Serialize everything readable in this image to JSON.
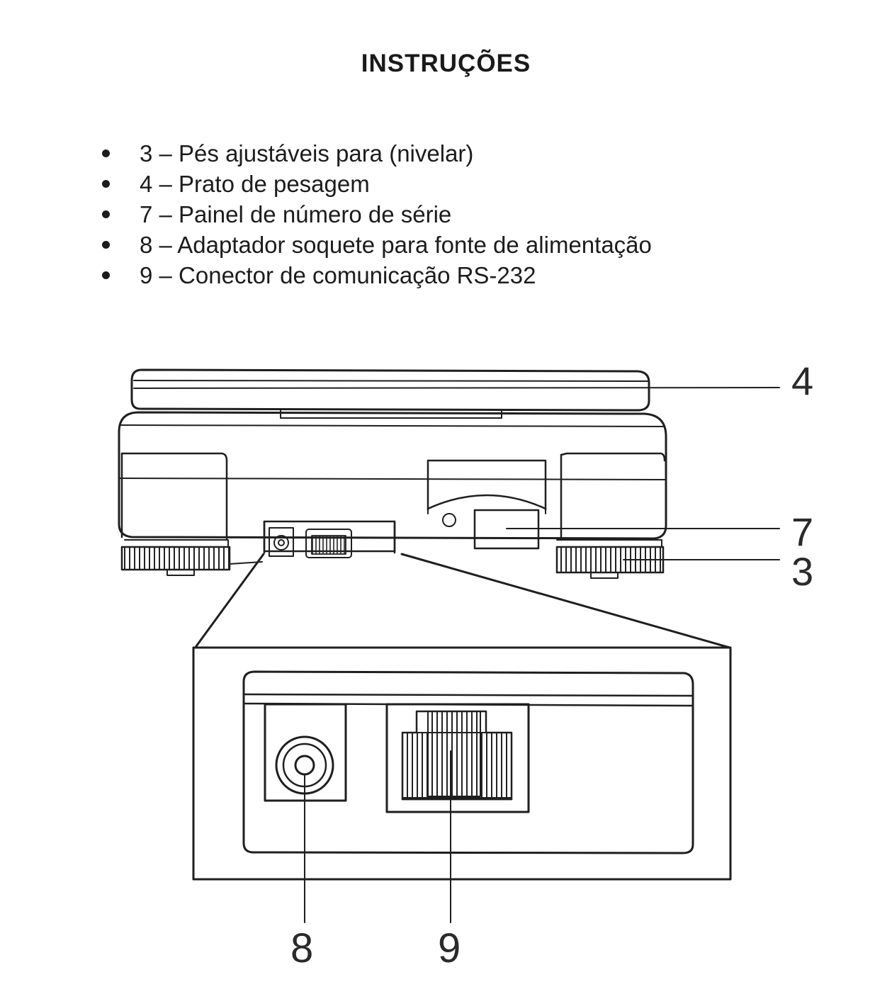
{
  "document": {
    "title": "INSTRUÇÕES"
  },
  "legend": {
    "items": [
      {
        "text": "3 – Pés ajustáveis para (nivelar)"
      },
      {
        "text": "4 – Prato de pesagem"
      },
      {
        "text": "7 – Painel de número de série"
      },
      {
        "text": "8 – Adaptador soquete para fonte de alimentação"
      },
      {
        "text": "9 – Conector de comunicação RS-232"
      }
    ]
  },
  "diagram": {
    "callouts": {
      "pan": "4",
      "serial_panel": "7",
      "feet": "3",
      "power_socket": "8",
      "rs232": "9"
    }
  },
  "colors": {
    "ink": "#1a1a1a",
    "paper": "#ffffff"
  }
}
